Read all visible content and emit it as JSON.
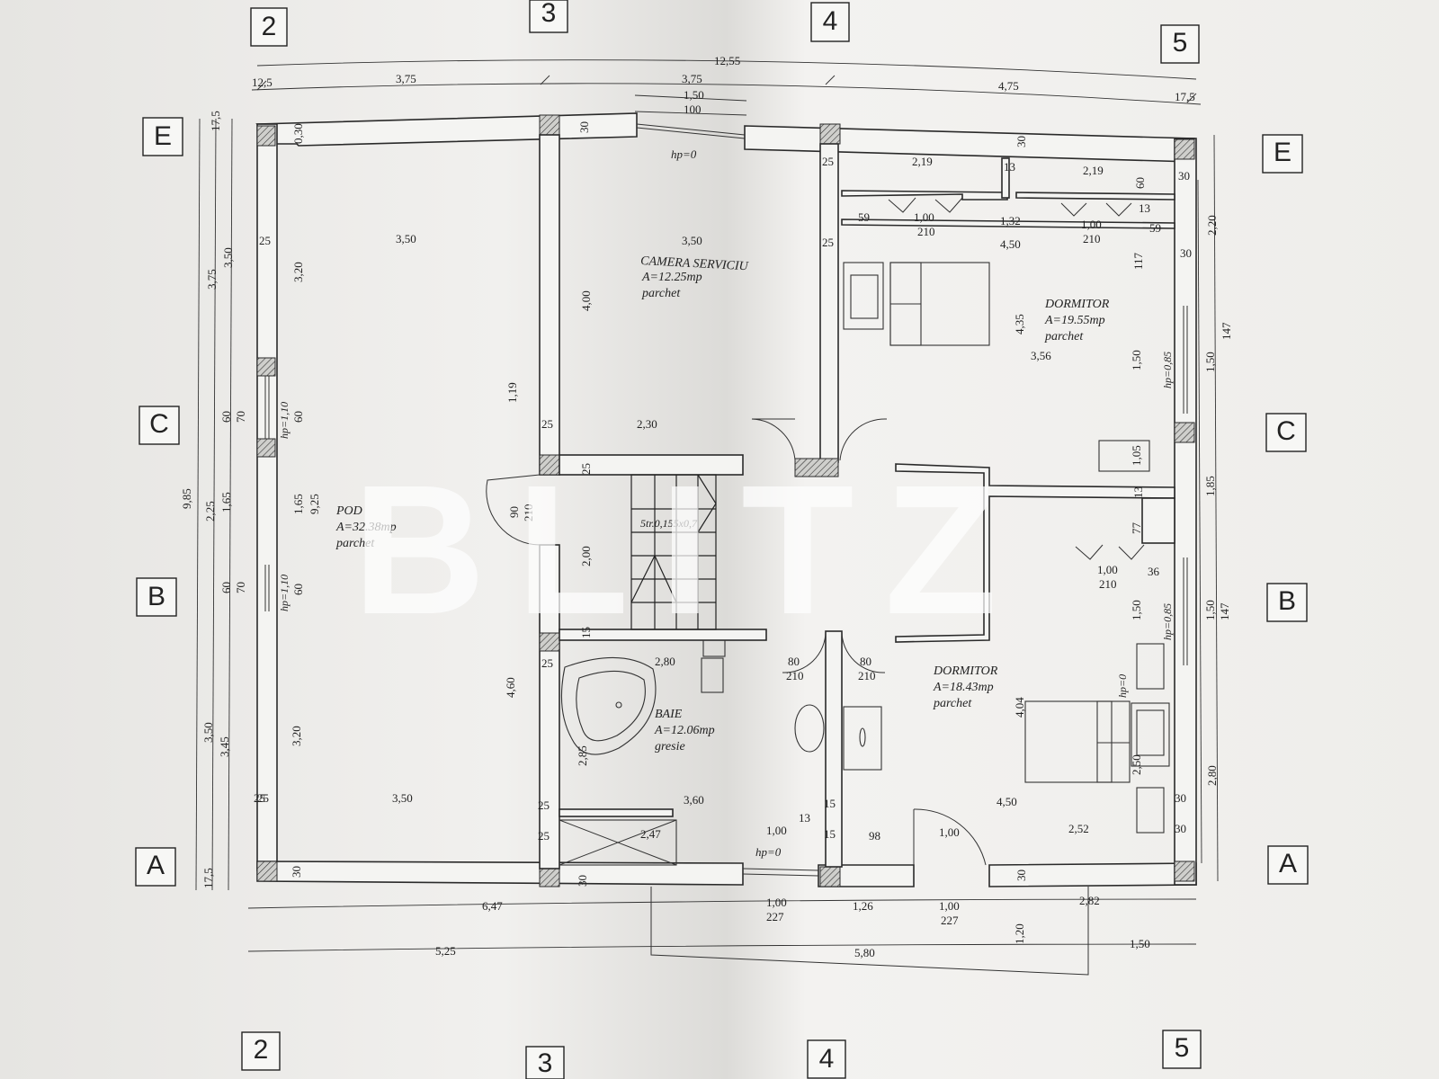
{
  "grid_columns": [
    "2",
    "3",
    "4",
    "5"
  ],
  "grid_rows": [
    "E",
    "C",
    "B",
    "A"
  ],
  "watermark": "BLITZ",
  "rooms": {
    "pod": {
      "name": "POD",
      "area": "A=32.38mp",
      "floor": "parchet"
    },
    "camera_serviciu": {
      "name": "CAMERA SERVICIU",
      "area": "A=12.25mp",
      "floor": "parchet"
    },
    "dormitor1": {
      "name": "DORMITOR",
      "area": "A=19.55mp",
      "floor": "parchet"
    },
    "dormitor2": {
      "name": "DORMITOR",
      "area": "A=18.43mp",
      "floor": "parchet"
    },
    "baie": {
      "name": "BAIE",
      "area": "A=12.06mp",
      "floor": "gresie"
    }
  },
  "stair_label": "5tr.0,155x0,7",
  "dimensions": {
    "top_total": "12,55",
    "top_left_margin": "12,5",
    "top_right_margin": "17,5",
    "top_seg1": "3,75",
    "top_seg2": "3,75",
    "top_window": "1,50",
    "top_window_h": "100",
    "top_seg3": "4,75",
    "hp_top": "hp=0",
    "d_30a": "30",
    "d_030": "0,30",
    "d_30b": "30",
    "d_25a": "25",
    "d_219a": "2,19",
    "d_13a": "13",
    "d_219b": "2,19",
    "d_60a": "60",
    "d_30c": "30",
    "d_59a": "59",
    "d_100a": "1,00",
    "d_210a": "210",
    "d_132": "1,32",
    "d_100b": "1,00",
    "d_210b": "210",
    "d_13b": "13",
    "d_59b": "59",
    "d_25b": "25",
    "d_350a": "3,50",
    "d_350b": "3,50",
    "d_25c": "25",
    "d_450a": "4,50",
    "d_30d": "30",
    "d_117": "117",
    "d_220": "2,20",
    "d_400": "4,00",
    "d_435": "4,35",
    "d_356": "3,56",
    "d_150a": "1,50",
    "hp_085a": "hp=0,85",
    "d_150b": "1,50",
    "d_147a": "147",
    "d_119": "1,19",
    "d_25d": "25",
    "d_230": "2,30",
    "d_25e": "25",
    "d_105": "1,05",
    "d_13c": "13",
    "d_185": "1,85",
    "d_90": "90",
    "d_210c": "210",
    "d_200": "2,00",
    "d_77": "77",
    "d_100c": "1,00",
    "d_210d": "210",
    "d_36": "36",
    "d_150c": "1,50",
    "hp_085b": "hp=0,85",
    "d_150d": "1,50",
    "d_147b": "147",
    "d_15a": "15",
    "d_25f": "25",
    "d_280a": "2,80",
    "d_80a": "80",
    "d_210e": "210",
    "d_80b": "80",
    "d_210f": "210",
    "hp_0b": "hp=0",
    "d_460": "4,60",
    "d_404": "4,04",
    "d_285": "2,85",
    "d_250": "2,50",
    "d_280b": "2,80",
    "d_25g": "25",
    "d_350c": "3,50",
    "d_25h": "25",
    "d_360": "3,60",
    "d_15b": "15",
    "d_450b": "4,50",
    "d_30e": "30",
    "d_25i": "25",
    "d_247": "2,47",
    "d_100d": "1,00",
    "d_13d": "13",
    "d_15c": "15",
    "d_98": "98",
    "d_100e": "1,00",
    "d_252": "2,52",
    "d_30f": "30",
    "hp_0c": "hp=0",
    "d_30g": "30",
    "d_30h": "30",
    "d_30i": "30",
    "d_647": "6,47",
    "d_100f": "1,00",
    "d_227a": "227",
    "d_126": "1,26",
    "d_100g": "1,00",
    "d_227b": "227",
    "d_282": "2,82",
    "d_120": "1,20",
    "d_525": "5,25",
    "d_580": "5,80",
    "d_150e": "1,50",
    "left_985": "9,85",
    "left_175a": "17,5",
    "left_375": "3,75",
    "left_350a": "3,50",
    "left_225": "2,25",
    "left_60a": "60",
    "left_70a": "70",
    "left_165a": "1,65",
    "left_60b": "60",
    "left_70b": "70",
    "left_350b": "3,50",
    "left_345": "3,45",
    "left_175b": "17,5",
    "left_320a": "3,20",
    "left_60c": "60",
    "left_165b": "1,65",
    "left_925": "9,25",
    "left_60d": "60",
    "left_320b": "3,20",
    "hp_110a": "hp=1,10",
    "hp_110b": "hp=1,10",
    "left_25": "25"
  }
}
